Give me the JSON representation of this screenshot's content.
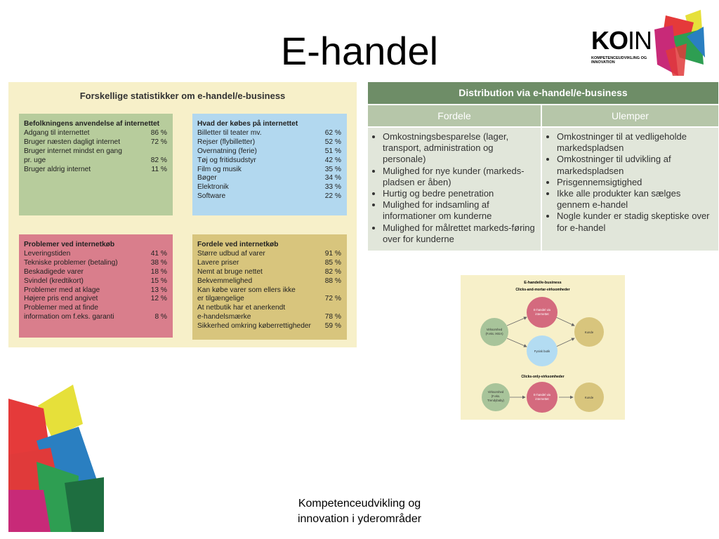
{
  "slide": {
    "title": "E-handel",
    "footer_line1": "Kompetenceudvikling og",
    "footer_line2": "innovation i yderområder"
  },
  "logo": {
    "text_bold": "KO",
    "text_thin": "IN",
    "subtitle_line1": "Kompetenceudvikling og",
    "subtitle_line2": "innovation"
  },
  "stats": {
    "title": "Forskellige statistikker om e-handel/e-business",
    "usage": {
      "heading": "Befolkningens anvendelse af internettet",
      "rows": [
        {
          "label": "Adgang til internettet",
          "value": "86 %"
        },
        {
          "label": "Bruger næsten dagligt internet",
          "value": "72 %"
        },
        {
          "label": "Bruger internet mindst en gang",
          "value": ""
        },
        {
          "label": "pr. uge",
          "value": "82 %"
        },
        {
          "label": "Bruger aldrig internet",
          "value": "11 %"
        }
      ]
    },
    "purchases": {
      "heading": "Hvad der købes på internettet",
      "rows": [
        {
          "label": "Billetter til teater mv.",
          "value": "62 %"
        },
        {
          "label": "Rejser (flybilletter)",
          "value": "52 %"
        },
        {
          "label": "Overnatning (ferie)",
          "value": "51 %"
        },
        {
          "label": "Tøj og fritidsudstyr",
          "value": "42 %"
        },
        {
          "label": "Film og musik",
          "value": "35 %"
        },
        {
          "label": "Bøger",
          "value": "34 %"
        },
        {
          "label": "Elektronik",
          "value": "33 %"
        },
        {
          "label": "Software",
          "value": "22 %"
        }
      ]
    },
    "problems": {
      "heading": "Problemer ved internetkøb",
      "rows": [
        {
          "label": "Leveringstiden",
          "value": "41 %"
        },
        {
          "label": "Tekniske problemer (betaling)",
          "value": "38 %"
        },
        {
          "label": "Beskadigede varer",
          "value": "18 %"
        },
        {
          "label": "Svindel (kredtikort)",
          "value": "15 %"
        },
        {
          "label": "Problemer med at klage",
          "value": "13 %"
        },
        {
          "label": "Højere pris end angivet",
          "value": "12 %"
        },
        {
          "label": "Problemer med at finde",
          "value": ""
        },
        {
          "label": "information om f.eks. garanti",
          "value": "8 %"
        }
      ]
    },
    "advantages": {
      "heading": "Fordele ved internetkøb",
      "rows": [
        {
          "label": "Større udbud af varer",
          "value": "91 %"
        },
        {
          "label": "Lavere priser",
          "value": "85 %"
        },
        {
          "label": "Nemt at bruge nettet",
          "value": "82 %"
        },
        {
          "label": "Bekvemmelighed",
          "value": "88 %"
        },
        {
          "label": "Kan købe varer som ellers ikke",
          "value": ""
        },
        {
          "label": "er tilgængelige",
          "value": "72 %"
        },
        {
          "label": "At netbutik har et anerkendt",
          "value": ""
        },
        {
          "label": "e-handelsmærke",
          "value": "78 %"
        },
        {
          "label": "Sikkerhed omkring køberrettigheder",
          "value": "59 %"
        }
      ]
    }
  },
  "distribution": {
    "title": "Distribution via e-handel/e-business",
    "col1_header": "Fordele",
    "col2_header": "Ulemper",
    "fordele": [
      "Omkostningsbesparelse (lager, transport, administration og personale)",
      "Mulighed for nye kunder (markeds-pladsen er åben)",
      "Hurtig og bedre penetration",
      "Mulighed for indsamling af informationer om kunderne",
      "Mulighed for målrettet markeds-føring over for kunderne"
    ],
    "ulemper": [
      "Omkostninger til at vedligeholde markedspladsen",
      "Omkostninger til udvikling af markedspladsen",
      "Prisgennemsigtighed",
      "Ikke alle produkter kan sælges gennem e-handel",
      "Nogle kunder er stadig skeptiske over for e-handel"
    ]
  },
  "diagram": {
    "title": "E-handel/e-business",
    "subtitle1": "Clicks-and-mortar-virksomheder",
    "subtitle2": "Clicks-only-virksomheder",
    "cm_company_line1": "Virksomhed",
    "cm_company_line2": "(F.eks. IKEA)",
    "cm_ehandel_line1": "E-handel via",
    "cm_ehandel_line2": "internettet",
    "cm_store": "Fysisk butik",
    "cm_customer": "Kunde",
    "co_company_line1": "Virksomhed",
    "co_company_line2": "(F.eks.",
    "co_company_line3": "Trendybaby)",
    "co_ehandel_line1": "E-handel via",
    "co_ehandel_line2": "internettet",
    "co_customer": "Kunde",
    "colors": {
      "green": "#a8c49a",
      "pink": "#d46a7e",
      "blue": "#b3dcf2",
      "olive": "#d8c57d"
    }
  }
}
